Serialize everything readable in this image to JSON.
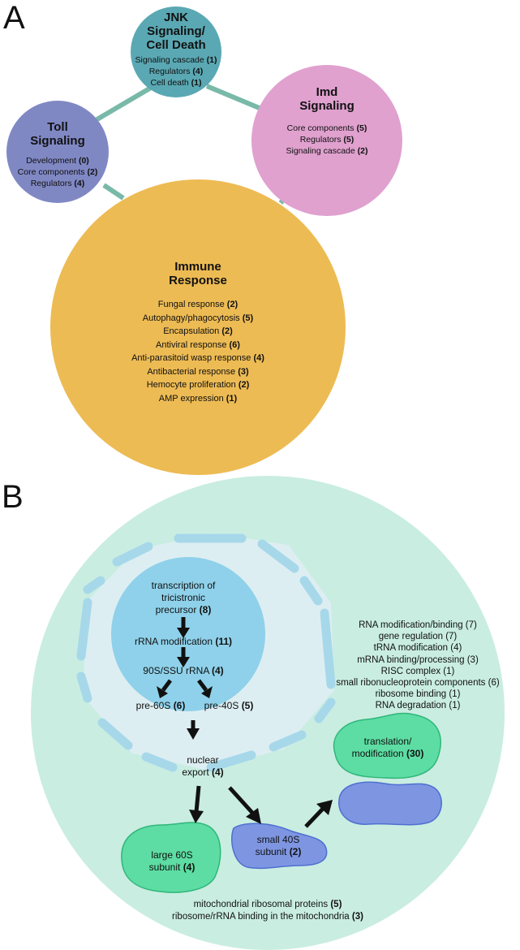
{
  "panel_a": {
    "letter": "A",
    "colors": {
      "connector": "#79b9a8",
      "jnk": "#5aa8b3",
      "toll": "#8088c4",
      "imd": "#e0a1cf",
      "immune": "#edbb54"
    },
    "jnk": {
      "title_line1": "JNK",
      "title_line2": "Signaling/",
      "title_line3": "Cell Death",
      "items": [
        {
          "label": "Signaling cascade",
          "count": "(1)"
        },
        {
          "label": "Regulators",
          "count": "(4)"
        },
        {
          "label": "Cell death",
          "count": "(1)"
        }
      ]
    },
    "toll": {
      "title_line1": "Toll",
      "title_line2": "Signaling",
      "items": [
        {
          "label": "Development",
          "count": "(0)"
        },
        {
          "label": "Core components",
          "count": "(2)"
        },
        {
          "label": "Regulators",
          "count": "(4)"
        }
      ]
    },
    "imd": {
      "title_line1": "Imd",
      "title_line2": "Signaling",
      "items": [
        {
          "label": "Core components",
          "count": "(5)"
        },
        {
          "label": "Regulators",
          "count": "(5)"
        },
        {
          "label": "Signaling cascade",
          "count": "(2)"
        }
      ]
    },
    "immune": {
      "title_line1": "Immune",
      "title_line2": "Response",
      "items": [
        {
          "label": "Fungal response",
          "count": "(2)"
        },
        {
          "label": "Autophagy/phagocytosis",
          "count": "(5)"
        },
        {
          "label": "Encapsulation",
          "count": "(2)"
        },
        {
          "label": "Antiviral response",
          "count": "(6)"
        },
        {
          "label": "Anti-parasitoid wasp response",
          "count": "(4)"
        },
        {
          "label": "Antibacterial response",
          "count": "(3)"
        },
        {
          "label": "Hemocyte proliferation",
          "count": "(2)"
        },
        {
          "label": "AMP expression",
          "count": "(1)"
        }
      ]
    }
  },
  "panel_b": {
    "letter": "B",
    "colors": {
      "cell": "#c9ede1",
      "nucleus": "#ddeef2",
      "envelope": "#a6d8ea",
      "nucleolus": "#8fd1ea",
      "green_blob": "#5ddda3",
      "blue_blob": "#7e96e2",
      "arrow": "#111111"
    },
    "transcription": {
      "line1": "transcription of",
      "line2": "tricistronic",
      "line3": "precursor",
      "count": "(8)"
    },
    "rrna_mod": {
      "label": "rRNA modification",
      "count": "(11)"
    },
    "rrna_90s": {
      "label": "90S/SSU rRNA",
      "count": "(4)"
    },
    "pre60s": {
      "label": "pre-60S",
      "count": "(6)"
    },
    "pre40s": {
      "label": "pre-40S",
      "count": "(5)"
    },
    "nuclear_export": {
      "line1": "nuclear",
      "line2": "export",
      "count": "(4)"
    },
    "cyto_list": [
      "RNA modification/binding (7)",
      "gene regulation (7)",
      "tRNA modification (4)",
      "mRNA binding/processing (3)",
      "RISC complex (1)",
      "small ribonucleoprotein components (6)",
      "ribosome binding (1)",
      "RNA degradation (1)"
    ],
    "translation": {
      "line1": "translation/",
      "line2": "modification",
      "count": "(30)"
    },
    "large60s": {
      "line1": "large 60S",
      "line2": "subunit",
      "count": "(4)"
    },
    "small40s": {
      "line1": "small 40S",
      "line2": "subunit",
      "count": "(2)"
    },
    "mito": [
      {
        "label": "mitochondrial ribosomal proteins",
        "count": "(5)"
      },
      {
        "label": "ribosome/rRNA binding in the mitochondria",
        "count": "(3)"
      }
    ]
  }
}
